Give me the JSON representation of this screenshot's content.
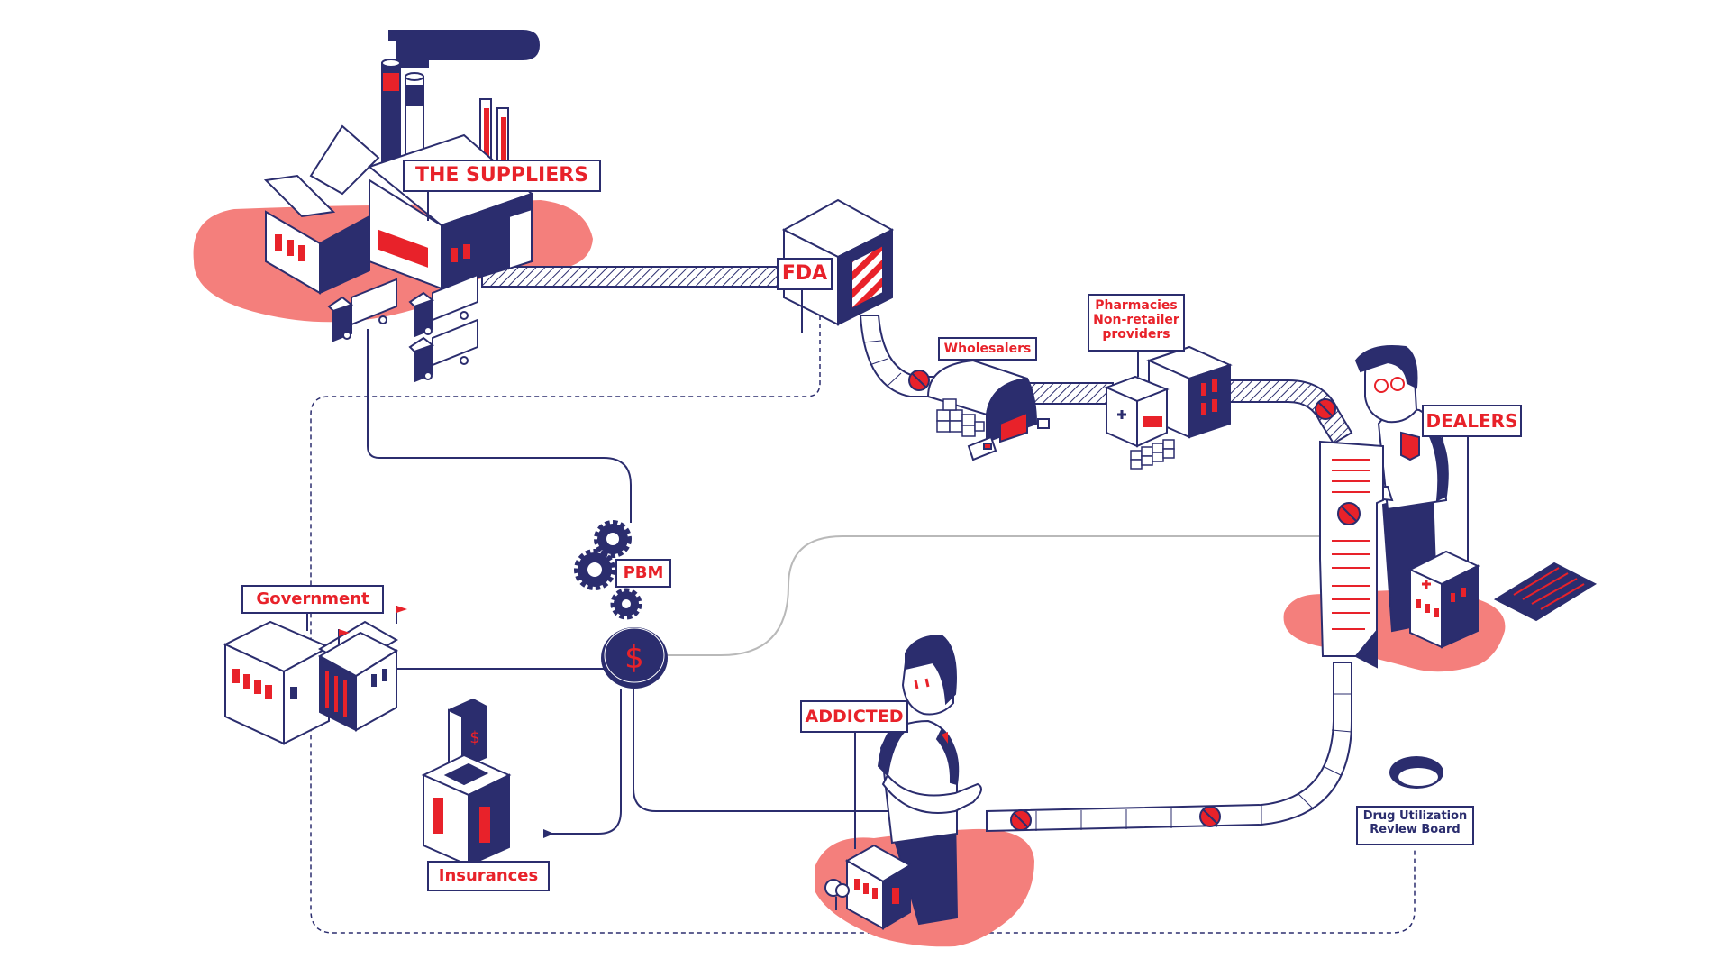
{
  "colors": {
    "navy": "#2b2d6e",
    "red": "#e8222a",
    "salmon": "#f47f7c",
    "white": "#ffffff",
    "gray": "#b9b9b9"
  },
  "labels": {
    "suppliers": "THE SUPPLIERS",
    "fda": "FDA",
    "wholesalers": "Wholesalers",
    "pharmacies_line1": "Pharmacies",
    "pharmacies_line2": "Non-retailer",
    "pharmacies_line3": "providers",
    "dealers": "DEALERS",
    "pbm": "PBM",
    "government": "Government",
    "addicted": "ADDICTED",
    "insurances": "Insurances",
    "durb_line1": "Drug Utilization",
    "durb_line2": "Review Board"
  },
  "icons": {
    "factory": "factory-icon",
    "trucks": "truck-icon",
    "fda_gate": "gate-icon",
    "warehouse": "warehouse-icon",
    "pharmacy": "pharmacy-building-icon",
    "dealer": "doctor-figure-icon",
    "prescription": "prescription-scroll-icon",
    "hospital": "hospital-icon",
    "gears": "gear-icon",
    "money": "dollar-coin-icon",
    "government": "government-building-icon",
    "insurance": "insurance-machine-icon",
    "addicted_person": "person-figure-icon",
    "pill": "pill-icon",
    "durb": "ring-icon"
  }
}
